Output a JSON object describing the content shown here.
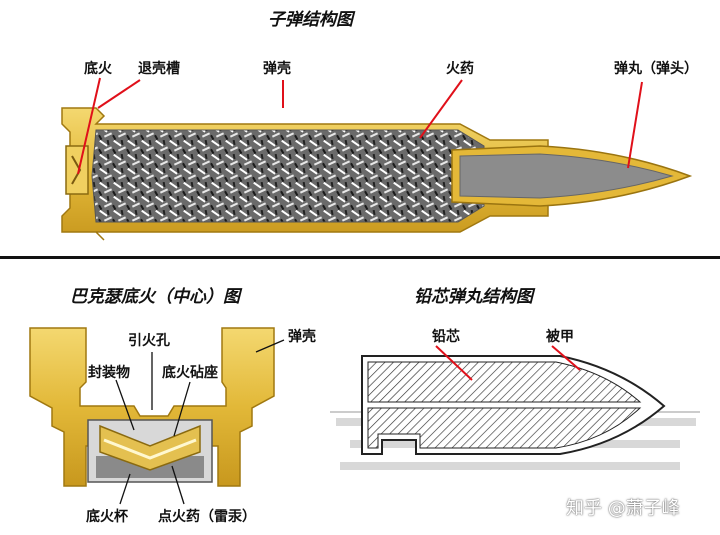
{
  "cartridge": {
    "title": "子弹结构图",
    "labels": {
      "primer": "底火",
      "extractor_groove": "退壳槽",
      "case": "弹壳",
      "powder": "火药",
      "bullet": "弹丸（弹头）"
    }
  },
  "primer_diagram": {
    "title": "巴克瑟底火（中心）图",
    "labels": {
      "flash_hole": "引火孔",
      "case": "弹壳",
      "sealant": "封装物",
      "anvil": "底火砧座",
      "primer_cup": "底火杯",
      "priming_compound": "点火药（雷汞）"
    }
  },
  "bullet_diagram": {
    "title": "铅芯弹丸结构图",
    "labels": {
      "lead_core": "铅芯",
      "jacket": "被甲"
    }
  },
  "watermark": "知乎 @萧子峰",
  "colors": {
    "brass": "#e6c040",
    "brass_dark": "#b8901a",
    "leader": "#e0101a",
    "bullet_gray": "#8c8c8c"
  }
}
